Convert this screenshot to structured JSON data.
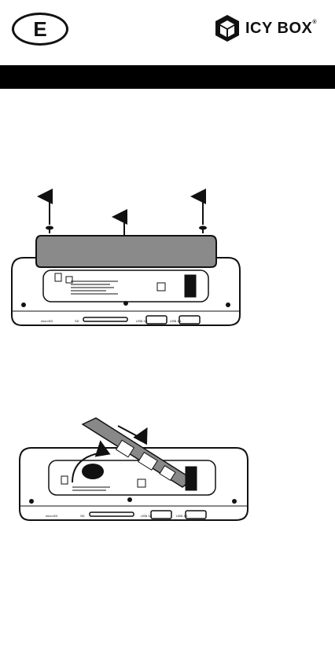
{
  "header": {
    "language_code": "E",
    "brand_name": "ICY BOX",
    "brand_mark": "®"
  },
  "title_bar": {
    "text": ""
  },
  "figure_1": {
    "name": "remove-cover-illustration",
    "port_labels": [
      "USB 3.1",
      "USB 3.1"
    ],
    "slot_label": "SD",
    "card_label": "microSD"
  },
  "figure_2": {
    "name": "insert-ssd-illustration",
    "port_labels": [
      "USB 3.1",
      "USB 3.1"
    ],
    "slot_label": "SD",
    "card_label": "microSD"
  },
  "colors": {
    "ink": "#111111",
    "cover_gray": "#8a8a8a",
    "background": "#ffffff"
  }
}
